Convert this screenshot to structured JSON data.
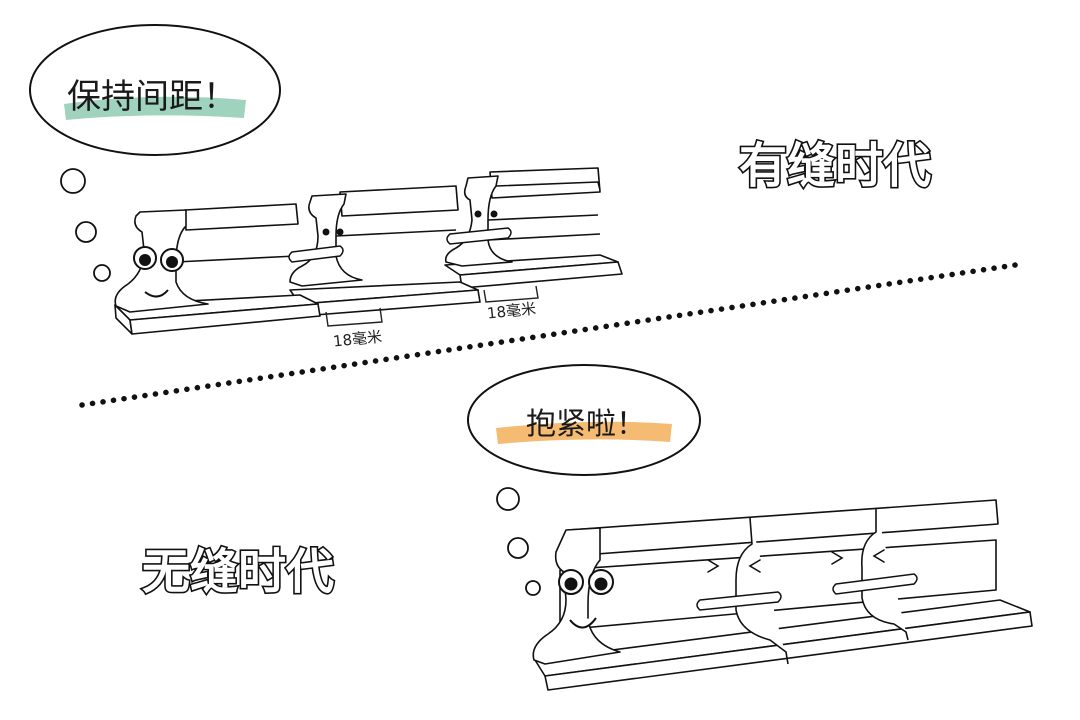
{
  "top_bubble": {
    "text": "保持间距！",
    "highlight_color": "#8ecbb2"
  },
  "top_title": "有缝时代",
  "gap_labels": [
    "18毫米",
    "18毫米"
  ],
  "bottom_bubble": {
    "text": "抱紧啦！",
    "highlight_color": "#f4b463"
  },
  "bottom_title": "无缝时代"
}
